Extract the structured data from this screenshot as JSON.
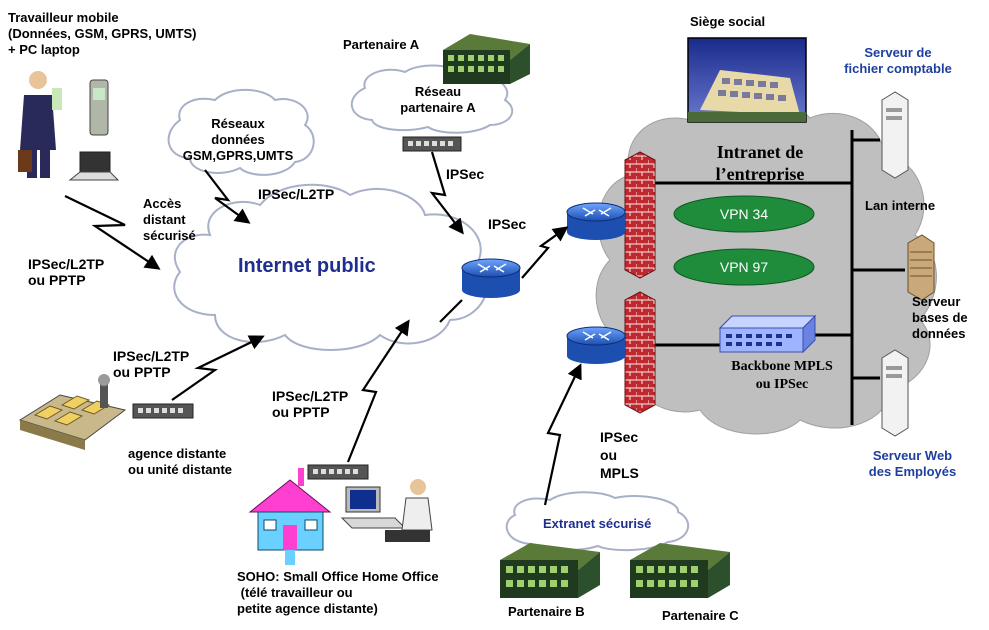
{
  "labels": {
    "mobile_worker": [
      "Travailleur mobile",
      "(Données, GSM, GPRS, UMTS)",
      "+ PC laptop"
    ],
    "partner_a": "Partenaire A",
    "partner_a_network": [
      "Réseau",
      "partenaire A"
    ],
    "mobile_networks": [
      "Réseaux",
      "données",
      "GSM,GPRS,UMTS"
    ],
    "headquarters": "Siège social",
    "accounting_server": [
      "Serveur de",
      "fichier comptable"
    ],
    "secure_remote_access": [
      "Accès",
      "distant",
      "sécurisé"
    ],
    "ipsec_l2tp_top": "IPSec/L2TP",
    "ipsec_partner_a": "IPSec",
    "ipsec_router": "IPSec",
    "ipsec_l2tp_pptp_left": [
      "IPSec/L2TP",
      "ou PPTP"
    ],
    "internet_public": "Internet public",
    "intranet": [
      "Intranet de",
      "l’entreprise"
    ],
    "vpn_34": "VPN 34",
    "vpn_97": "VPN 97",
    "lan_interne": "Lan interne",
    "db_server": [
      "Serveur",
      "bases de",
      "données"
    ],
    "ipsec_l2tp_pptp_branch": [
      "IPSec/L2TP",
      "ou PPTP"
    ],
    "ipsec_l2tp_pptp_soho": [
      "IPSec/L2TP",
      "ou PPTP"
    ],
    "backbone": [
      "Backbone MPLS",
      "ou IPSec"
    ],
    "remote_branch": [
      "agence distante",
      "ou unité distante"
    ],
    "ipsec_mpls": [
      "IPSec",
      "ou",
      "MPLS"
    ],
    "web_server": [
      "Serveur Web",
      "des Employés"
    ],
    "extranet": "Extranet sécurisé",
    "soho": [
      "SOHO: Small Office Home Office",
      " (télé travailleur ou",
      "petite agence distante)"
    ],
    "partner_b": "Partenaire B",
    "partner_c": "Partenaire C"
  },
  "colors": {
    "cloud_white": "#ffffff",
    "cloud_stroke": "#a8b0c8",
    "intranet_gray": "#bfbfbf",
    "vpn_green": "#1e8c3a",
    "router_blue": "#2f6fd8",
    "firewall_red": "#c0282d",
    "title_blue": "#1f2f8f",
    "label_blue": "#1f3f9f"
  }
}
